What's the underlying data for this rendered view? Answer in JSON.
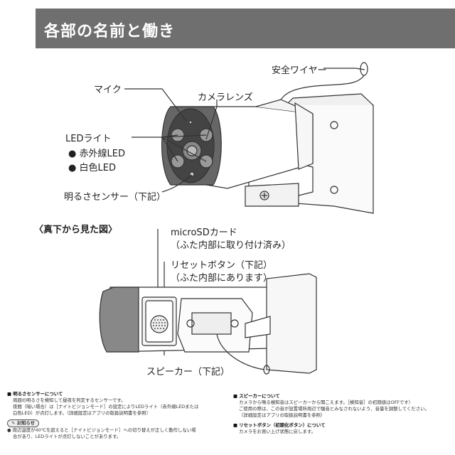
{
  "title": "各部の名前と働き",
  "labels": {
    "safety_wire": "安全ワイヤー",
    "mic": "マイク",
    "camera_lens": "カメラレンズ",
    "led_light": "LEDライト",
    "ir_led": "赤外線LED",
    "white_led": "白色LED",
    "light_sensor": "明るさセンサー（下記）",
    "bottom_view": "〈真下から見た図〉",
    "microsd_line1": "microSDカード",
    "microsd_line2": "（ふた内部に取り付け済み）",
    "reset_line1": "リセットボタン（下記）",
    "reset_line2": "（ふた内部にあります）",
    "speaker": "スピーカー（下記）"
  },
  "notes": {
    "sensor_heading": "■ 明るさセンサーについて",
    "sensor_line1": "周囲の明るさを検知して昼夜を判定するセンサーです。",
    "sensor_line2": "夜間（暗い場合）は［ナイトビジョンモード］の設定によりLEDライト（赤外線LEDまたは",
    "sensor_line3": "白色LED）が点灯します。（詳細設定はアプリの取扱説明書を参照）",
    "notice_label": "お知らせ",
    "notice_line1": "● 周辺温度が40℃を超えると［ナイトビジョンモード］への切り替えが正しく動作しない場",
    "notice_line2": "合があり、LEDライトが点灯しないことがあります。",
    "speaker_heading": "■ スピーカーについて",
    "speaker_line1": "カメラから鳴る検知音はスピーカーから聞こえます。［検知音］の初期値はOFFです）",
    "speaker_line2": "ご使用の際は、この音が設置場所周辺で騒音とみなされないよう、音量を調整してください。",
    "speaker_line3": "（詳細設定はアプリの取扱説明書を参照）",
    "reset_heading": "■ リセットボタン（初期化ボタン）について",
    "reset_line1": "カメラをお買い上げ状態に戻します。"
  }
}
